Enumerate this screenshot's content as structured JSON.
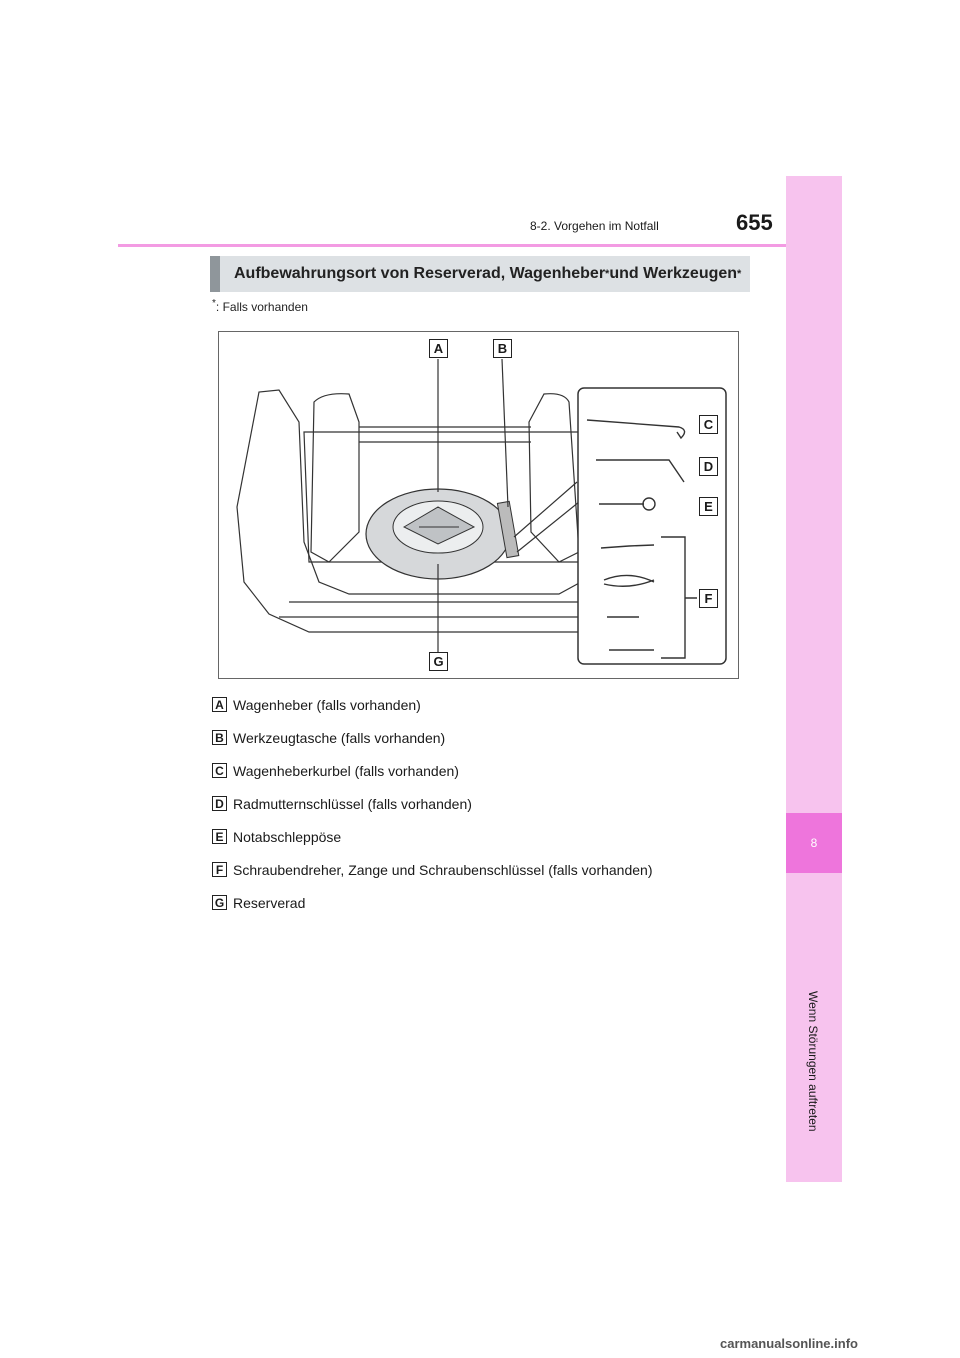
{
  "header": {
    "section": "8-2. Vorgehen im Notfall",
    "page_number": "655"
  },
  "side_tab": {
    "chapter_number": "8",
    "chapter_title": "Wenn Störungen auftreten"
  },
  "section": {
    "title": "Aufbewahrungsort von Reserverad, Wagenheber",
    "title_mid": " und Werkzeugen",
    "asterisk": "*"
  },
  "footnote": {
    "marker": "*",
    "text": ": Falls vorhanden"
  },
  "figure": {
    "callouts": [
      "A",
      "B",
      "C",
      "D",
      "E",
      "F",
      "G"
    ]
  },
  "legend": [
    {
      "key": "A",
      "text": "Wagenheber (falls vorhanden)"
    },
    {
      "key": "B",
      "text": "Werkzeugtasche (falls vorhanden)"
    },
    {
      "key": "C",
      "text": "Wagenheberkurbel (falls vorhanden)"
    },
    {
      "key": "D",
      "text": "Radmutternschlüssel (falls vorhanden)"
    },
    {
      "key": "E",
      "text": "Notabschleppöse"
    },
    {
      "key": "F",
      "text": "Schraubendreher, Zange und Schraubenschlüssel (falls vorhanden)"
    },
    {
      "key": "G",
      "text": "Reserverad"
    }
  ],
  "watermark": "carmanualsonline.info"
}
